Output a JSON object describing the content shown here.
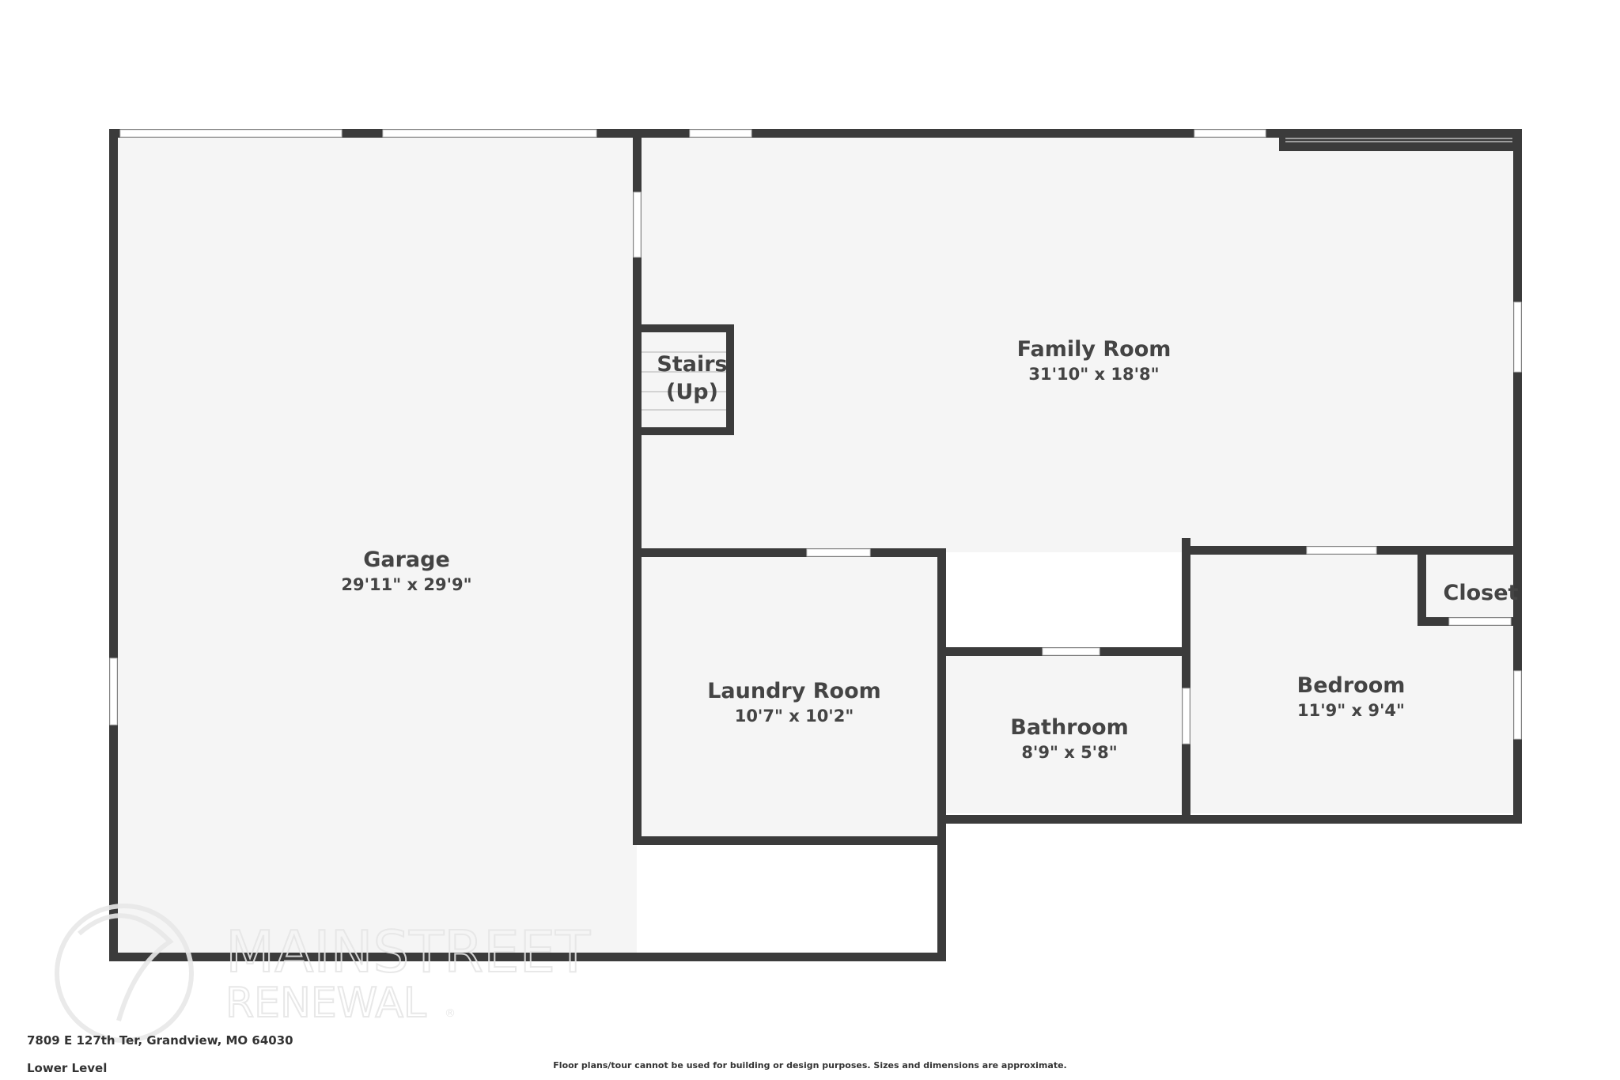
{
  "rooms": {
    "garage": {
      "name": "Garage",
      "dims": "29'11\" x 29'9\""
    },
    "family_room": {
      "name": "Family Room",
      "dims": "31'10\" x 18'8\""
    },
    "stairs": {
      "line1": "Stairs",
      "line2": "(Up)"
    },
    "laundry_room": {
      "name": "Laundry Room",
      "dims": "10'7\" x 10'2\""
    },
    "bathroom": {
      "name": "Bathroom",
      "dims": "8'9\" x 5'8\""
    },
    "bedroom": {
      "name": "Bedroom",
      "dims": "11'9\" x 9'4\""
    },
    "closet": {
      "name": "Closet"
    }
  },
  "watermark": {
    "line1": "MAINSTREET",
    "line2": "RENEWAL",
    "mark": "®"
  },
  "footer": {
    "address": "7809 E 127th Ter, Grandview, MO 64030",
    "level": "Lower Level",
    "disclaimer": "Floor plans/tour cannot be used for building or design purposes. Sizes and dimensions are approximate."
  },
  "colors": {
    "wall": "#3b3b3b",
    "floor": "#f5f5f5",
    "window": "#ffffff",
    "background": "#ffffff"
  }
}
